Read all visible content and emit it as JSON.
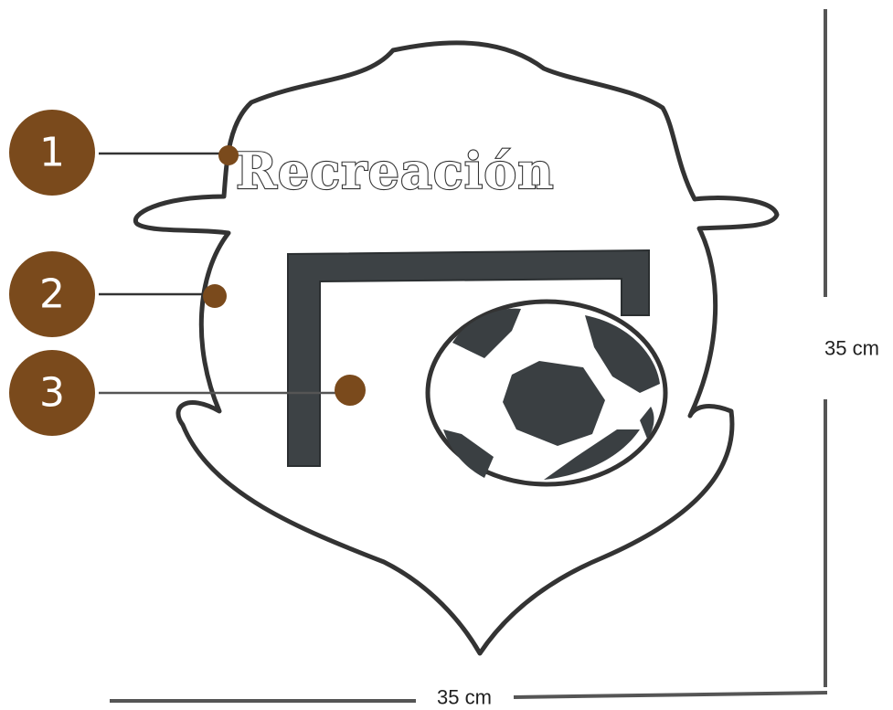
{
  "shield": {
    "title": "Recreación"
  },
  "callouts": [
    {
      "number": "1"
    },
    {
      "number": "2"
    },
    {
      "number": "3"
    }
  ],
  "dimensions": {
    "height_label": "35 cm",
    "width_label": "35 cm"
  },
  "colors": {
    "callout_fill": "#7a4a1c",
    "outline": "#333333",
    "goal": "#3d4245",
    "ball_patch": "#3a3f42",
    "dimension_line": "#555555"
  }
}
